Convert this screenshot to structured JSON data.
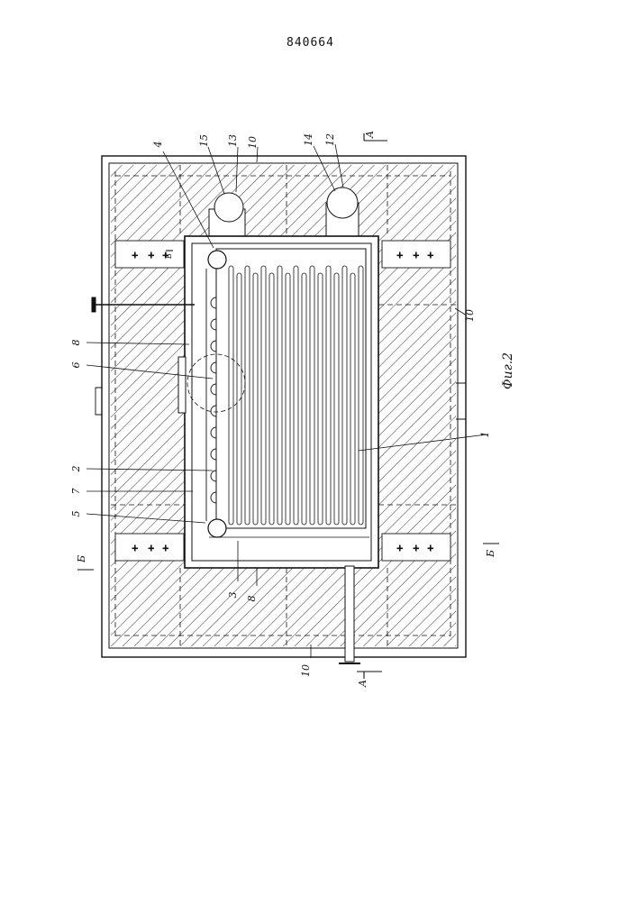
{
  "document": {
    "patent_number": "840664",
    "figure_caption": "Фиг.2"
  },
  "callouts": [
    {
      "id": "c4",
      "label": "4"
    },
    {
      "id": "c15",
      "label": "15"
    },
    {
      "id": "c13",
      "label": "13"
    },
    {
      "id": "c10a",
      "label": "10"
    },
    {
      "id": "c14",
      "label": "14"
    },
    {
      "id": "c12",
      "label": "12"
    },
    {
      "id": "c10b",
      "label": "10"
    },
    {
      "id": "c8a",
      "label": "8"
    },
    {
      "id": "c6",
      "label": "6"
    },
    {
      "id": "c2",
      "label": "2"
    },
    {
      "id": "c7",
      "label": "7"
    },
    {
      "id": "c5",
      "label": "5"
    },
    {
      "id": "c1",
      "label": "1"
    },
    {
      "id": "c3",
      "label": "3"
    },
    {
      "id": "c8b",
      "label": "8"
    },
    {
      "id": "c10c",
      "label": "10"
    }
  ],
  "section_marks": {
    "a_top": "A",
    "a_bottom": "A",
    "b_left": "Б",
    "b_right": "Б",
    "b_small": "Б"
  }
}
